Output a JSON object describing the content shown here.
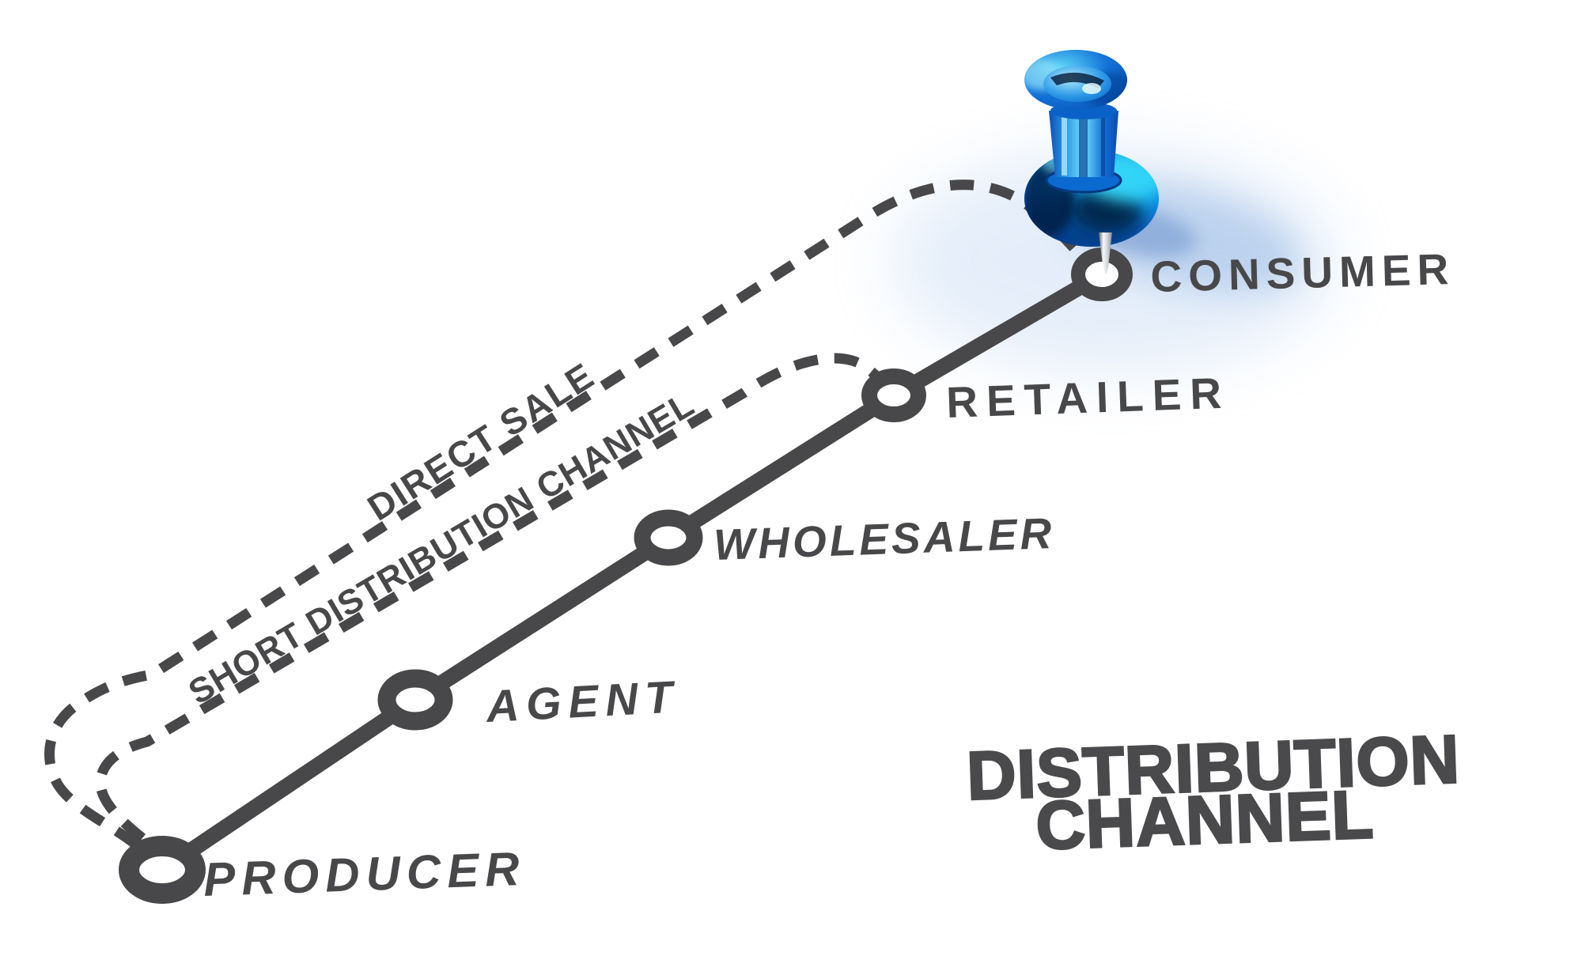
{
  "diagram": {
    "title": {
      "line1": "DISTRIBUTION",
      "line2": "CHANNEL"
    },
    "nodes": [
      {
        "label": "PRODUCER"
      },
      {
        "label": "AGENT"
      },
      {
        "label": "WHOLESALER"
      },
      {
        "label": "RETAILER"
      },
      {
        "label": "CONSUMER"
      }
    ],
    "alt_paths": [
      {
        "label": "DIRECT SALE"
      },
      {
        "label": "SHORT DISTRIBUTION CHANNEL"
      }
    ],
    "colors": {
      "ink": "#48484a",
      "pin_blue": "#0d6fd8",
      "pin_cyan": "#27c6f2",
      "shadow_blue": "#9bb9e2",
      "background": "#ffffff"
    }
  }
}
